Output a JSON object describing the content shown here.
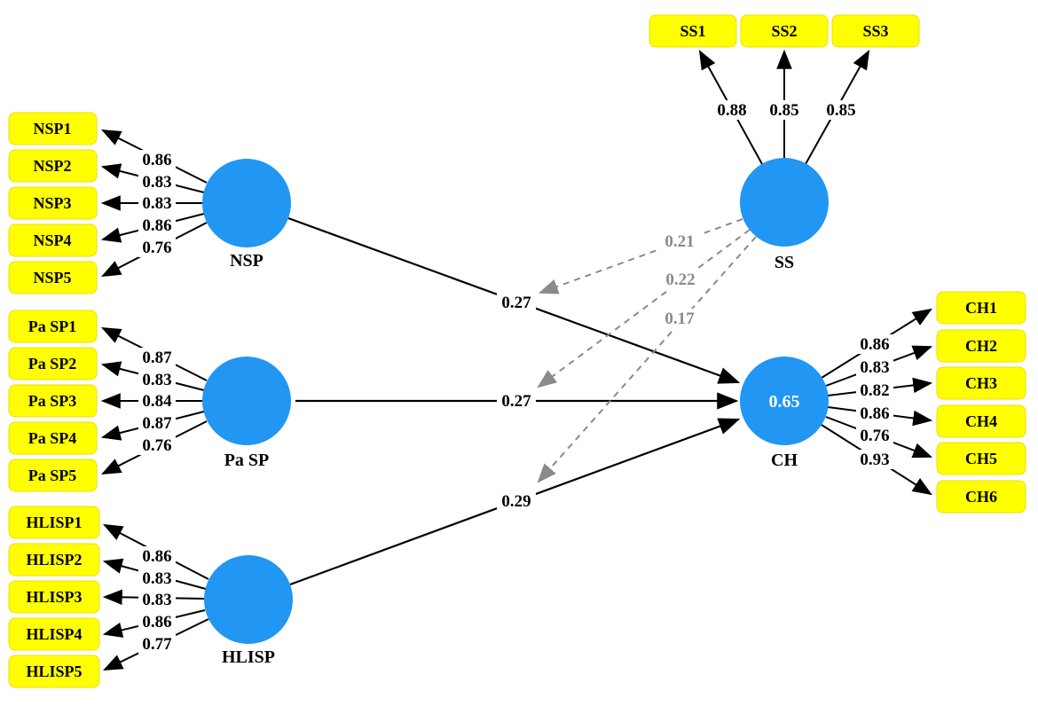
{
  "diagram_type": "PLS-SEM path model",
  "colors": {
    "latent_fill": "#2196f3",
    "indicator_fill": "#ffff00",
    "path_color": "#000000",
    "moderation_color": "#8a8a8a"
  },
  "constructs": {
    "nsp": {
      "label": "NSP",
      "indicators": [
        {
          "label": "NSP1",
          "loading": "0.86"
        },
        {
          "label": "NSP2",
          "loading": "0.83"
        },
        {
          "label": "NSP3",
          "loading": "0.83"
        },
        {
          "label": "NSP4",
          "loading": "0.86"
        },
        {
          "label": "NSP5",
          "loading": "0.76"
        }
      ]
    },
    "pasp": {
      "label": "Pa SP",
      "indicators": [
        {
          "label": "Pa SP1",
          "loading": "0.87"
        },
        {
          "label": "Pa SP2",
          "loading": "0.83"
        },
        {
          "label": "Pa SP3",
          "loading": "0.84"
        },
        {
          "label": "Pa SP4",
          "loading": "0.87"
        },
        {
          "label": "Pa SP5",
          "loading": "0.76"
        }
      ]
    },
    "hlisp": {
      "label": "HLISP",
      "indicators": [
        {
          "label": "HLISP1",
          "loading": "0.86"
        },
        {
          "label": "HLISP2",
          "loading": "0.83"
        },
        {
          "label": "HLISP3",
          "loading": "0.83"
        },
        {
          "label": "HLISP4",
          "loading": "0.86"
        },
        {
          "label": "HLISP5",
          "loading": "0.77"
        }
      ]
    },
    "ss": {
      "label": "SS",
      "indicators": [
        {
          "label": "SS1",
          "loading": "0.88"
        },
        {
          "label": "SS2",
          "loading": "0.85"
        },
        {
          "label": "SS3",
          "loading": "0.85"
        }
      ]
    },
    "ch": {
      "label": "CH",
      "r_squared": "0.65",
      "indicators": [
        {
          "label": "CH1",
          "loading": "0.86"
        },
        {
          "label": "CH2",
          "loading": "0.83"
        },
        {
          "label": "CH3",
          "loading": "0.82"
        },
        {
          "label": "CH4",
          "loading": "0.86"
        },
        {
          "label": "CH5",
          "loading": "0.76"
        },
        {
          "label": "CH6",
          "loading": "0.93"
        }
      ]
    }
  },
  "structural_paths": [
    {
      "from": "NSP",
      "to": "CH",
      "coefficient": "0.27"
    },
    {
      "from": "Pa SP",
      "to": "CH",
      "coefficient": "0.27"
    },
    {
      "from": "HLISP",
      "to": "CH",
      "coefficient": "0.29"
    }
  ],
  "moderation_paths": [
    {
      "from": "SS",
      "to": "NSP → CH",
      "coefficient": "0.21"
    },
    {
      "from": "SS",
      "to": "Pa SP → CH",
      "coefficient": "0.22"
    },
    {
      "from": "SS",
      "to": "HLISP → CH",
      "coefficient": "0.17"
    }
  ]
}
